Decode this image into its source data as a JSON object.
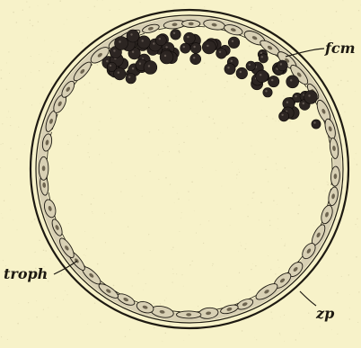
{
  "figure": {
    "labels": {
      "fcm": "fcm",
      "troph": "troph",
      "zp": "zp"
    },
    "colors": {
      "paper": "#f7f2c9",
      "ink": "#1e1a12",
      "cell_mass": "#2c2522",
      "trophoblast_fill": "#d8d0b4"
    }
  }
}
